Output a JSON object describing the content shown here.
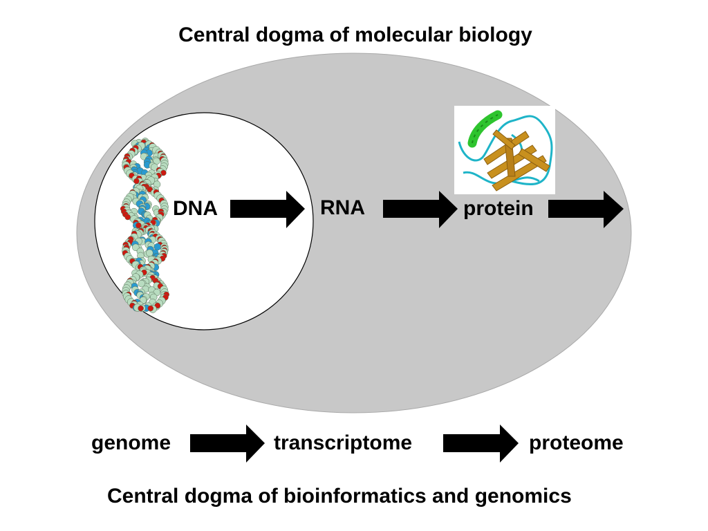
{
  "diagram": {
    "title_top": "Central dogma of molecular biology",
    "title_bottom": "Central dogma of bioinformatics and genomics",
    "labels": {
      "dna": "DNA",
      "rna": "RNA",
      "protein": "protein",
      "genome": "genome",
      "transcriptome": "transcriptome",
      "proteome": "proteome"
    }
  },
  "colors": {
    "cell": "#c8c8c8",
    "nucleus": "#ffffff",
    "arrow": "#000000",
    "dna_backbone": "#cc1a10",
    "dna_base": "#2a9ad0",
    "dna_sugar": "#b8dcc0",
    "protein_sheet": "#c8901e",
    "protein_coil": "#1eb4c8",
    "protein_helix": "#2ec42e"
  }
}
